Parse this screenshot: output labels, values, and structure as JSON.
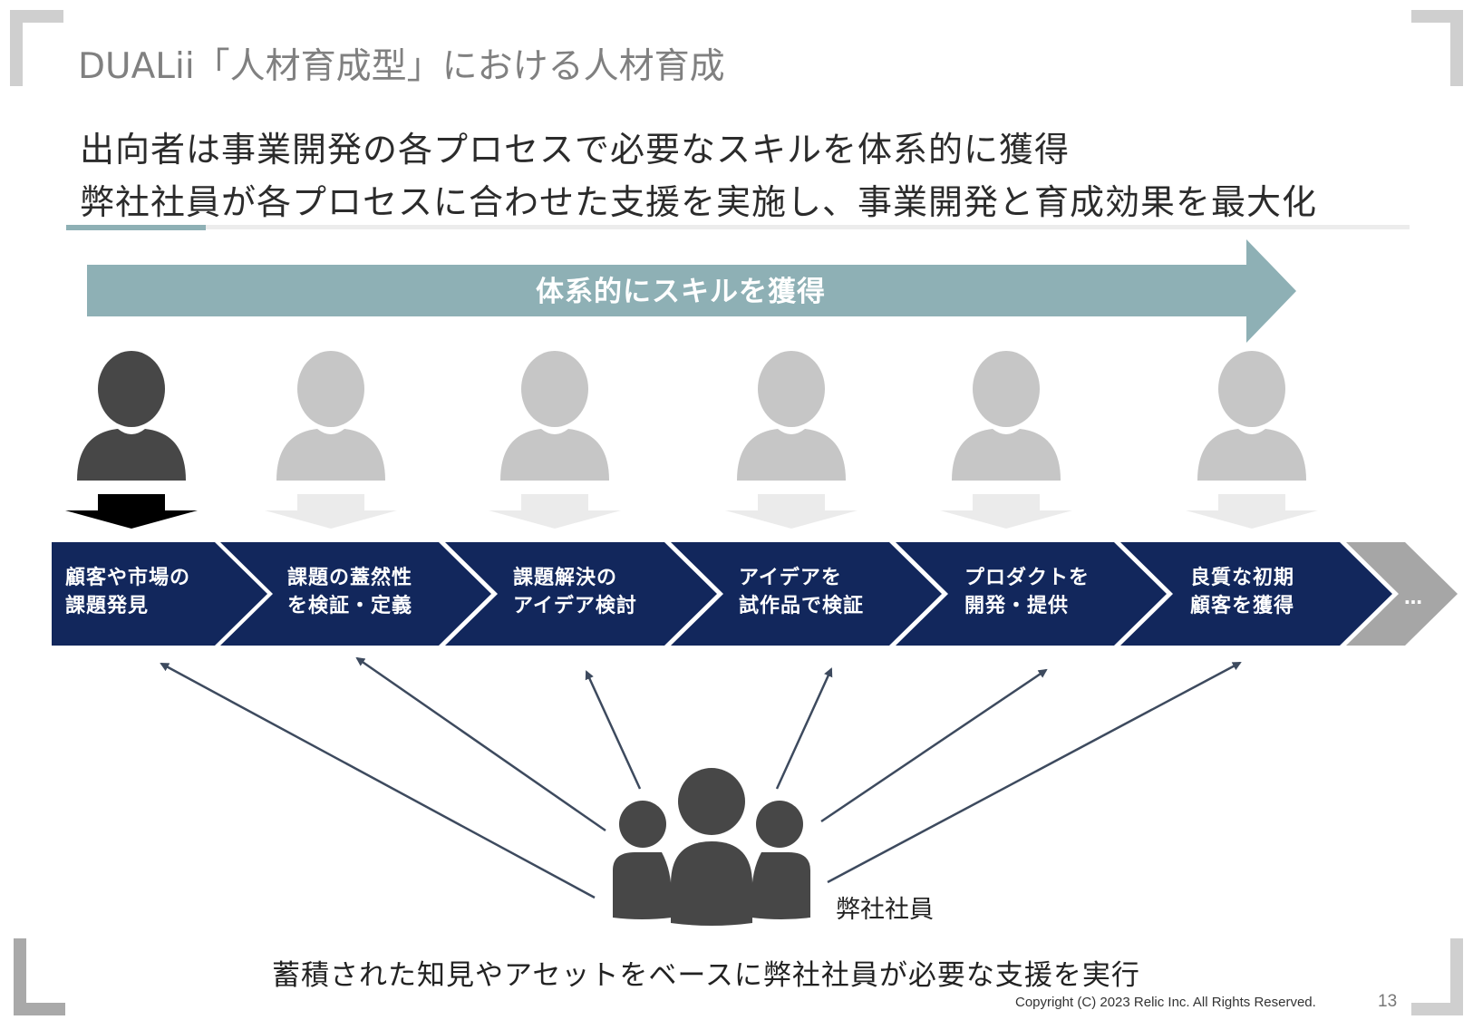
{
  "title": "DUALii「人材育成型」における人材育成",
  "headline": {
    "line1": "出向者は事業開発の各プロセスで必要なスキルを体系的に獲得",
    "line2": "弊社社員が各プロセスに合わせた支援を実施し、事業開発と育成効果を最大化"
  },
  "arrow_label": "体系的にスキルを獲得",
  "steps": [
    {
      "line1": "顧客や市場の",
      "line2": "課題発見"
    },
    {
      "line1": "課題の蓋然性",
      "line2": "を検証・定義"
    },
    {
      "line1": "課題解決の",
      "line2": "アイデア検討"
    },
    {
      "line1": "アイデアを",
      "line2": "試作品で検証"
    },
    {
      "line1": "プロダクトを",
      "line2": "開発・提供"
    },
    {
      "line1": "良質な初期",
      "line2": "顧客を獲得"
    }
  ],
  "more_label": "…",
  "staff_label": "弊社社員",
  "bottom_caption": "蓄積された知見やアセットをベースに弊社社員が必要な支援を実行",
  "copyright": "Copyright (C) 2023 Relic Inc. All Rights Reserved.",
  "page_number": "13",
  "colors": {
    "navy": "#12275c",
    "teal_arrow": "#8eb0b5",
    "person_active": "#474747",
    "person_inactive": "#c6c6c6",
    "down_arrow_active": "#000000",
    "down_arrow_inactive": "#ebebeb",
    "more_chevron": "#a6a6a6",
    "connector": "#3d4a5e"
  }
}
